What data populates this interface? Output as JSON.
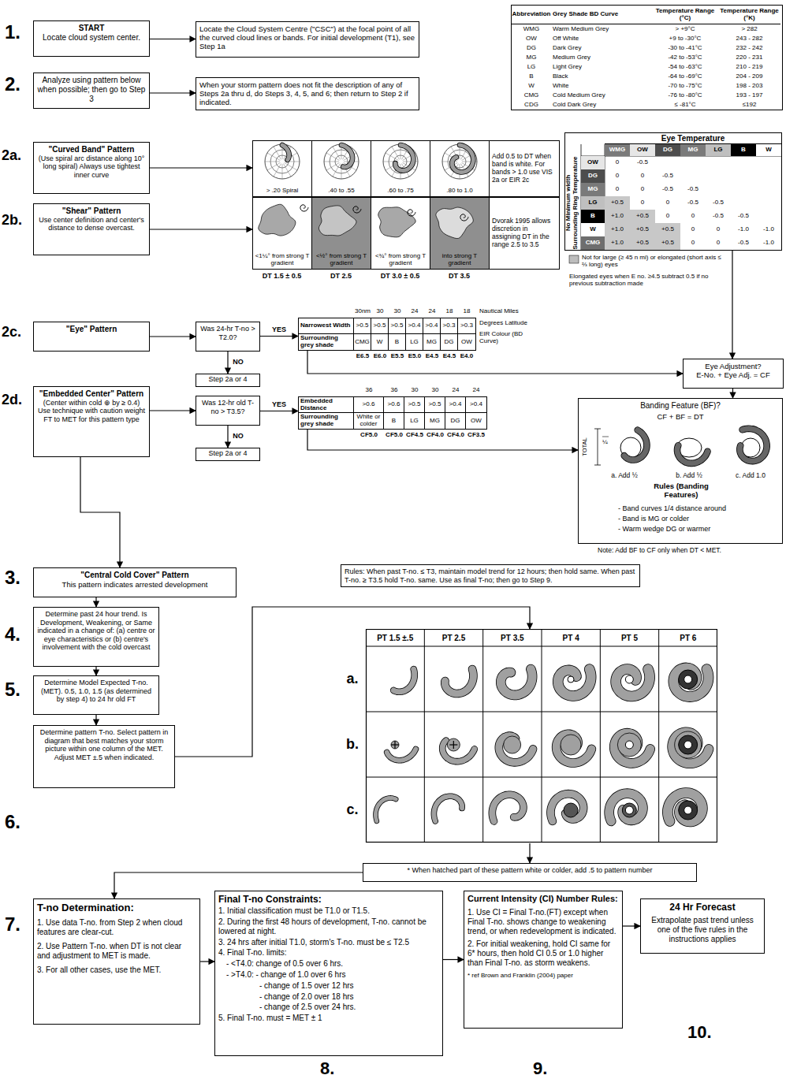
{
  "diagram": {
    "nodes": [
      {
        "text": [
          "START",
          "Locate cloud system center."
        ]
      },
      {
        "text": [
          "Locate the Cloud System Centre (\"CSC\") at the focal point of all the curved cloud lines or bands. For initial development (T1), see Step 1a"
        ]
      },
      {
        "text": [
          "Abbreviation",
          "Grey Shade BD Curve",
          "Temperature Range (°C)",
          "Temperature Range (°K)",
          "WMG",
          "Warm Medium Grey",
          "> +9°C",
          "> 282",
          "OW",
          "Off White",
          "+9 to -30°C",
          "243 - 282",
          "DG",
          "Dark Grey",
          "-30 to -41°C",
          "232 - 242",
          "MG",
          "Medium Grey",
          "-42 to -53°C",
          "220 - 231",
          "LG",
          "Light Grey",
          "-54 to -63°C",
          "210 - 219",
          "B",
          "Black",
          "-64 to -69°C",
          "204 - 209",
          "W",
          "White",
          "-70 to -75°C",
          "198 - 203",
          "CMG",
          "Cold Medium Grey",
          "-76 to -80°C",
          "193 - 197",
          "CDG",
          "Cold Dark Grey",
          "≤ -81°C",
          "≤192"
        ]
      },
      {
        "text": [
          "Analyze using pattern below when possible; then go to Step 3"
        ]
      },
      {
        "text": [
          "When your storm pattern does not fit the description of any of Steps 2a thru d, do Steps 3, 4, 5, and 6; then return to Step 2 if indicated."
        ]
      },
      {
        "text": [
          "Eye Temperature",
          "No Minimum width Surrounding Ring Temperature",
          "WMG",
          "OW",
          "DG",
          "MG",
          "LG",
          "B",
          "W",
          "OW",
          "DG",
          "MG",
          "LG",
          "B",
          "W",
          "CMG",
          "0",
          "-0.5",
          "0",
          "0",
          "-0.5",
          "0",
          "0",
          "-0.5",
          "-0.5",
          "+0.5",
          "0",
          "0",
          "-0.5",
          "-0.5",
          "+1.0",
          "+0.5",
          "0",
          "0",
          "-0.5",
          "-0.5",
          "+1.0",
          "+0.5",
          "+0.5",
          "0",
          "0",
          "-1.0",
          "-1.0",
          "+1.0",
          "+0.5",
          "+0.5",
          "0",
          "0",
          "-0.5",
          "-1.0"
        ]
      },
      {
        "text": [
          "\"Curved Band\" Pattern",
          "(Use spiral arc distance along 10° long spiral) Always use tightest inner curve"
        ]
      },
      {
        "text": [
          "> .20 Spiral",
          ".40 to .55",
          ".60 to .75",
          ".80 to 1.0",
          "Add 0.5 to DT when band is white. For bands > 1.0 use VIS 2a or EIR 2c"
        ]
      },
      {
        "text": [
          "\"Shear\" Pattern",
          "Use center definition and center's distance to dense overcast."
        ]
      },
      {
        "text": [
          "<1¼° from strong T gradient",
          "<½° from strong T gradient",
          "<¾° from strong T gradient",
          "into strong T gradient",
          "Dvorak 1995 allows discretion in assigning DT in the range 2.5 to 3.5"
        ]
      },
      {
        "text": [
          "\"Eye\" Pattern"
        ]
      },
      {
        "text": [
          "Was 24-hr T-no > T2.0?"
        ]
      },
      {
        "text": [
          "Narrowest Width",
          ">0.5",
          ">0.5",
          ">0.5",
          ">0.4",
          ">0.4",
          ">0.3",
          ">0.3",
          "Surrounding grey shade",
          "CMG",
          "W",
          "B",
          "LG",
          "MG",
          "DG",
          "OW"
        ]
      },
      {
        "text": [
          "Step 2a or 4"
        ]
      },
      {
        "text": [
          "Eye Adjustment?",
          "E-No. + Eye Adj. = CF"
        ]
      },
      {
        "text": [
          "\"Embedded Center\" Pattern",
          "(Center within cold ⊕ by ≥ 0.4) Use technique with caution weight FT to MET for this pattern type"
        ]
      },
      {
        "text": [
          "Was 12-hr old T-no > T3.5?"
        ]
      },
      {
        "text": [
          "Embedded Distance",
          ">0.6",
          ">0.6",
          ">0.5",
          ">0.5",
          ">0.4",
          ">0.4",
          "Surrounding grey shade",
          "White or colder",
          "B",
          "LG",
          "MG",
          "DG",
          "OW"
        ]
      },
      {
        "text": [
          "Step 2a or 4"
        ]
      },
      {
        "text": [
          "Banding Feature (BF)?",
          "CF + BF = DT",
          "TOTAL",
          "¼",
          "a. Add ½",
          "b. Add ½",
          "c. Add 1.0",
          "Rules (Banding Features)",
          "- Band curves 1/4 distance around",
          "- Band is MG or colder",
          "- Warm wedge DG or warmer"
        ]
      },
      {
        "text": [
          "\"Central Cold Cover\" Pattern",
          "This pattern indicates arrested development"
        ]
      },
      {
        "text": [
          "Rules: When past T-no. ≤ T3, maintain model trend for 12 hours; then hold same. When past T-no. ≥ T3.5 hold T-no. same. Use as final T-no; then go to Step 9."
        ]
      },
      {
        "text": [
          "Determine past 24 hour trend. Is Development, Weakening, or Same indicated in a change of: (a) centre or eye characteristics or (b) centre's involvement with the cold overcast"
        ]
      },
      {
        "text": [
          "Determine Model Expected T-no. (MET). 0.5, 1.0, 1.5 (as determined by step 4) to 24 hr old FT"
        ]
      },
      {
        "text": [
          "Determine pattern T-no. Select pattern in diagram that best matches your storm picture within one column of the MET. Adjust MET ±.5 when indicated."
        ]
      },
      {
        "text": [
          "PT 1.5 ±.5",
          "PT 2.5",
          "PT 3.5",
          "PT 4",
          "PT 5",
          "PT 6",
          "a.",
          "b.",
          "c."
        ]
      },
      {
        "text": [
          "* When hatched part of these pattern white or colder, add .5 to pattern number"
        ]
      },
      {
        "text": [
          "T-no Determination:",
          "1. Use data T-no. from Step 2 when cloud features are clear-cut.",
          "2. Use Pattern T-no. when DT is not clear and adjustment to MET is made.",
          "3. For all other cases, use the MET."
        ]
      },
      {
        "text": [
          "Final T-no Constraints:",
          "1. Initial classification must be T1.0 or T1.5.",
          "2. During the first 48 hours of development, T-no. cannot be lowered at night.",
          "3. 24 hrs after initial T1.0, storm's T-no. must be ≤ T2.5",
          "4. Final T-no. limits:",
          "- <T4.0: change of 0.5 over 6 hrs.",
          "- >T4.0: - change of 1.0 over 6 hrs",
          "- change of 1.5 over 12 hrs",
          "- change of 2.0 over 18 hrs",
          "- change of 2.5 over 24 hrs.",
          "5. Final T-no. must = MET ± 1"
        ]
      },
      {
        "text": [
          "Current Intensity (CI) Number Rules:",
          "1. Use CI = Final T-no.(FT) except when Final T-no. shows change to weakening trend, or when redevelopment is indicated.",
          "2. For initial weakening, hold CI same for 6* hours, then hold CI 0.5 or 1.0 higher than Final T-no. as storm weakens.",
          "* ref Brown and Franklin (2004) paper"
        ]
      },
      {
        "text": [
          "24 Hr Forecast",
          "Extrapolate past trend unless one of the five rules in the instructions applies"
        ]
      }
    ],
    "edges": [
      {
        "from": 0,
        "to": 1,
        "arrow": "to"
      },
      {
        "from": 3,
        "to": 4,
        "arrow": "to"
      },
      {
        "from": 6,
        "to": 7,
        "arrow": "to"
      },
      {
        "from": 8,
        "to": 9,
        "arrow": "to"
      },
      {
        "from": 10,
        "to": 11,
        "arrow": "to"
      },
      {
        "from": 11,
        "to": 12,
        "label": "YES",
        "arrow": "to"
      },
      {
        "from": 11,
        "to": 13,
        "label": "NO",
        "arrow": "to"
      },
      {
        "from": 12,
        "to": 14,
        "arrow": "to"
      },
      {
        "from": 5,
        "to": 14,
        "arrow": "to"
      },
      {
        "from": 14,
        "to": 19,
        "arrow": "to"
      },
      {
        "from": 15,
        "to": 16,
        "arrow": "to"
      },
      {
        "from": 16,
        "to": 17,
        "label": "YES",
        "arrow": "to"
      },
      {
        "from": 16,
        "to": 18,
        "label": "NO",
        "arrow": "to"
      },
      {
        "from": 17,
        "to": 19,
        "arrow": "to"
      },
      {
        "from": 15,
        "to": 20,
        "arrow": "to"
      },
      {
        "from": 20,
        "to": 22,
        "arrow": "to"
      },
      {
        "from": 22,
        "to": 23,
        "arrow": "to"
      },
      {
        "from": 23,
        "to": 24,
        "arrow": "to"
      },
      {
        "from": 24,
        "to": 25,
        "arrow": "to"
      },
      {
        "from": 25,
        "to": 26,
        "arrow": "to"
      },
      {
        "from": 26,
        "to": 27,
        "arrow": "to"
      },
      {
        "from": 27,
        "to": 28,
        "arrow": "to"
      },
      {
        "from": 28,
        "to": 29,
        "arrow": "to"
      },
      {
        "from": 29,
        "to": 30,
        "arrow": "to"
      }
    ],
    "labels": [
      "1.",
      "2.",
      "2a.",
      "2b.",
      "2c.",
      "2d.",
      "3.",
      "4.",
      "5.",
      "6.",
      "7.",
      "8.",
      "9.",
      "10.",
      "DT 1.5 ± 0.5",
      "DT 2.5",
      "DT 3.0 ± 0.5",
      "DT 3.5",
      "30nm",
      "30",
      "30",
      "24",
      "24",
      "18",
      "18",
      "Nautical Miles",
      "Degrees Latitude",
      "EIR Colour (BD Curve)",
      "E6.5",
      "E6.0",
      "E5.5",
      "E5.0",
      "E4.5",
      "E4.5",
      "E4.0",
      "36",
      "36",
      "30",
      "30",
      "24",
      "24",
      "CF5.0",
      "CF5.0",
      "CF4.5",
      "CF4.0",
      "CF4.0",
      "CF3.5",
      "Not for large (≥ 45 n mi) or elongated (short axis ≤ ⅔ long) eyes",
      "Elongated eyes when E no. ≥4.5 subtract 0.5 if no previous subtraction made",
      "Note: Add BF to CF only when DT < MET."
    ]
  }
}
